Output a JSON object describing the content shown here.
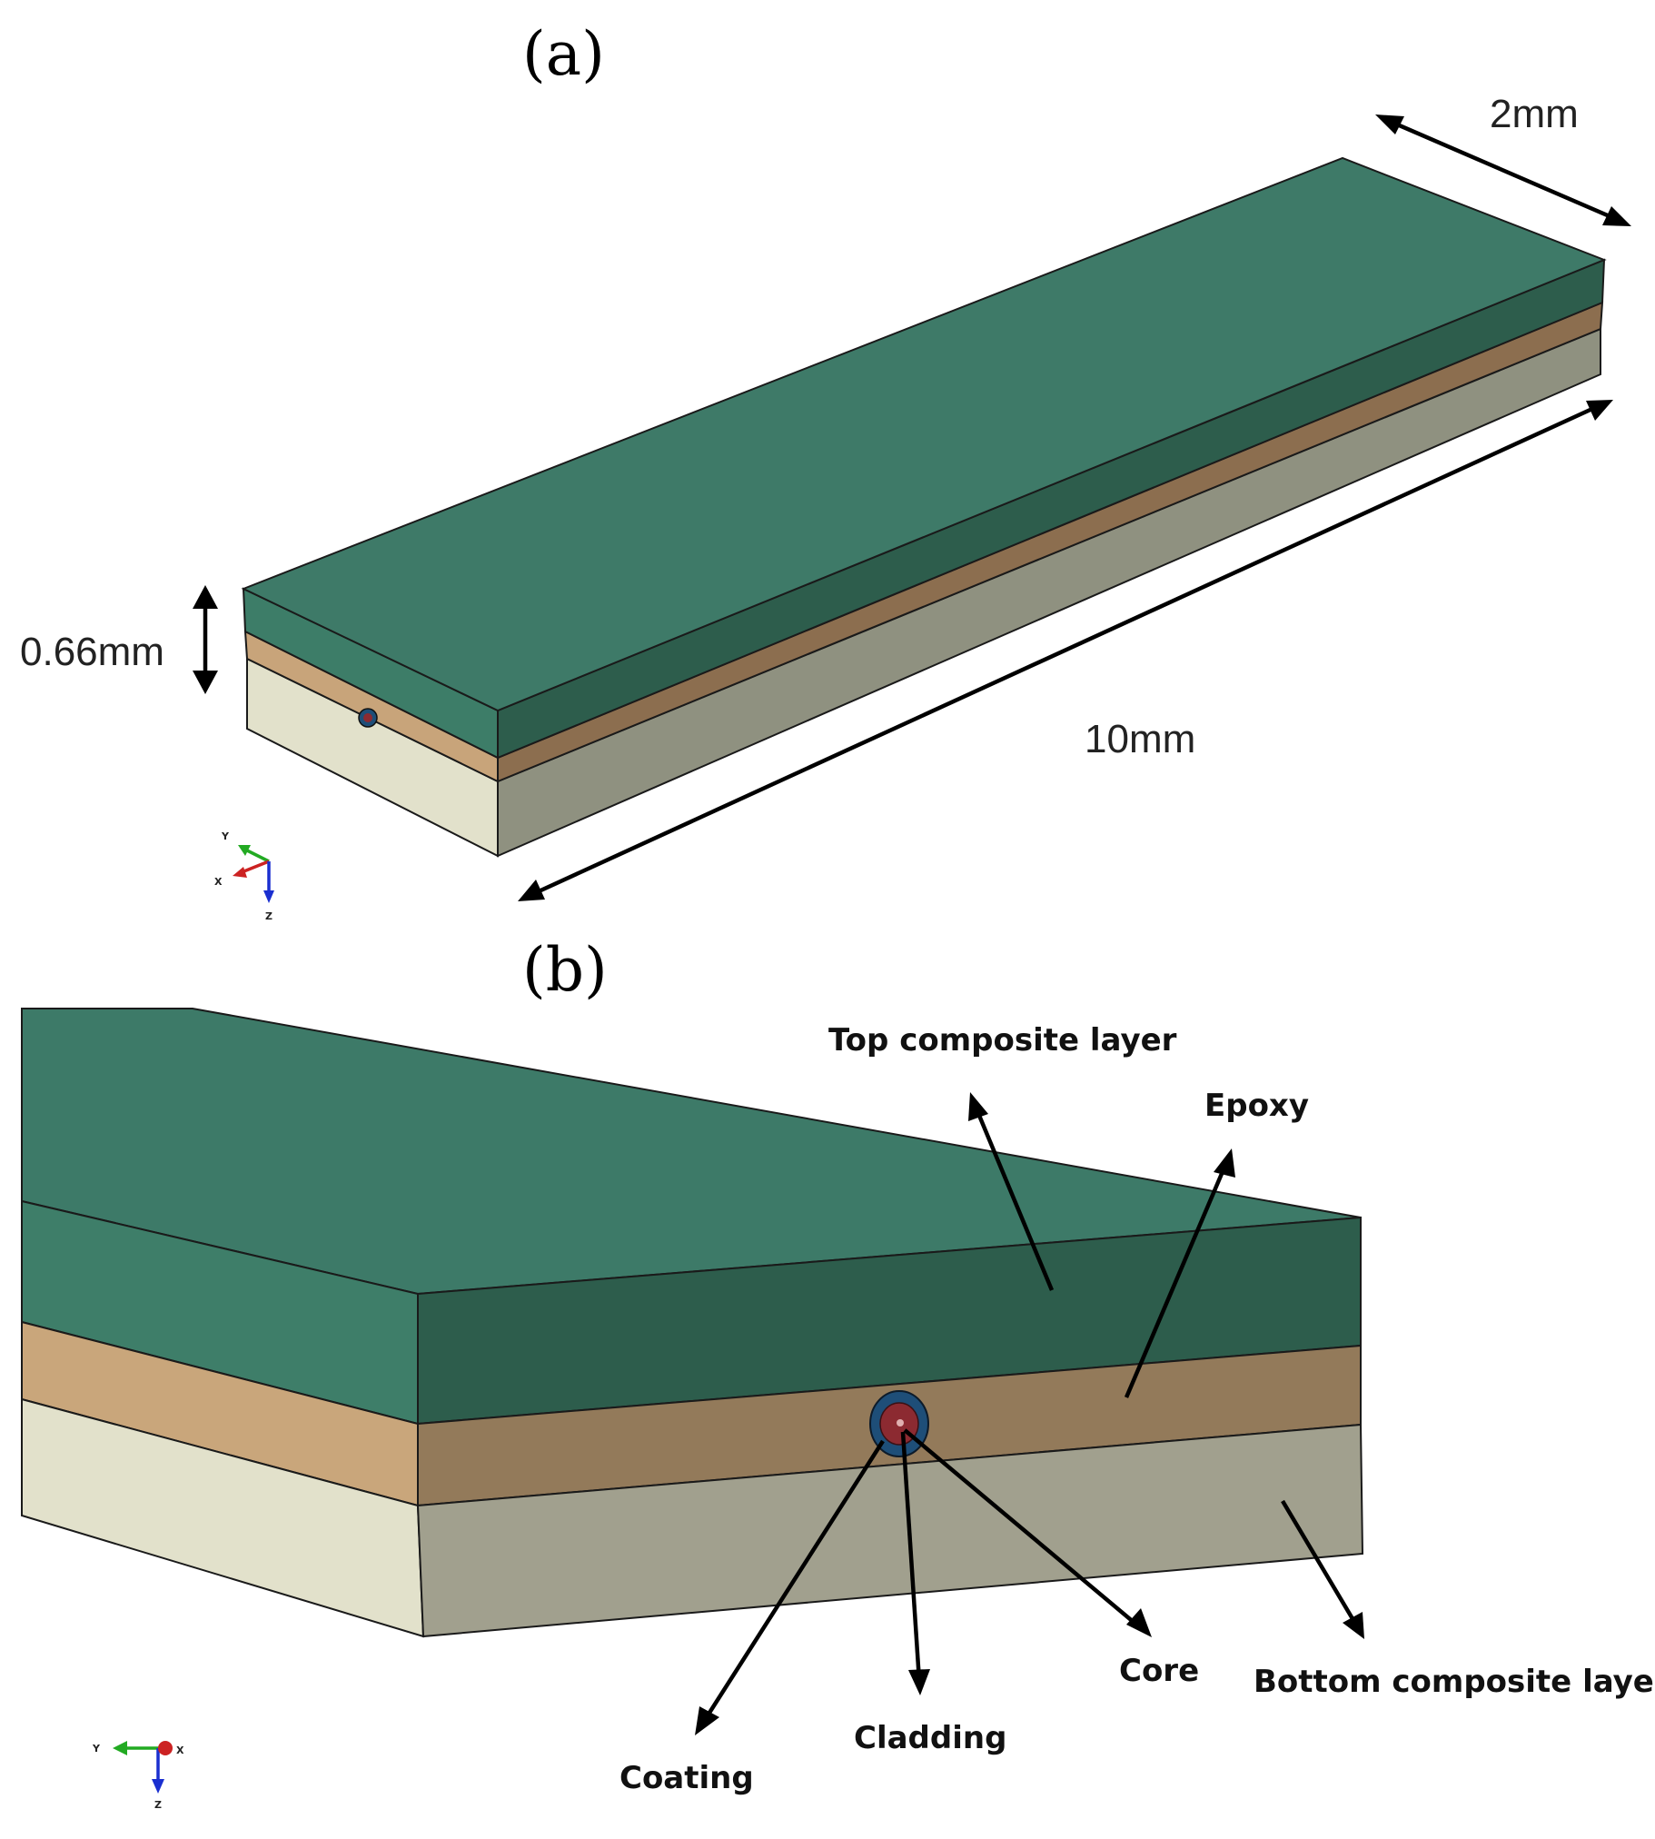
{
  "panels": {
    "a": {
      "label": "(a)"
    },
    "b": {
      "label": "(b)"
    }
  },
  "dimensions": {
    "width": "2mm",
    "length": "10mm",
    "thickness": "0.66mm"
  },
  "callouts": {
    "top_layer": "Top composite layer",
    "epoxy": "Epoxy",
    "core": "Core",
    "bottom_layer": "Bottom composite layer",
    "cladding": "Cladding",
    "coating": "Coating"
  },
  "axis_triad_a": {
    "y": "Y",
    "x": "X",
    "z": "Z"
  },
  "axis_triad_b": {
    "y": "Y",
    "x": "X",
    "z": "Z"
  },
  "colors": {
    "top_face": "#3d7b68",
    "top_side": "#2d5d4c",
    "top_front": "#3b7d67",
    "epoxy_front": "#c8a47a",
    "epoxy_side": "#937a5a",
    "bottom_front": "#e2e1cb",
    "bottom_side": "#a1a08e",
    "coating": "#1e4e78",
    "cladding": "#8c2a31",
    "core": "#e0b0b0",
    "axis_x": "#cc2222",
    "axis_y": "#22aa22",
    "axis_z": "#1a2fd0"
  }
}
